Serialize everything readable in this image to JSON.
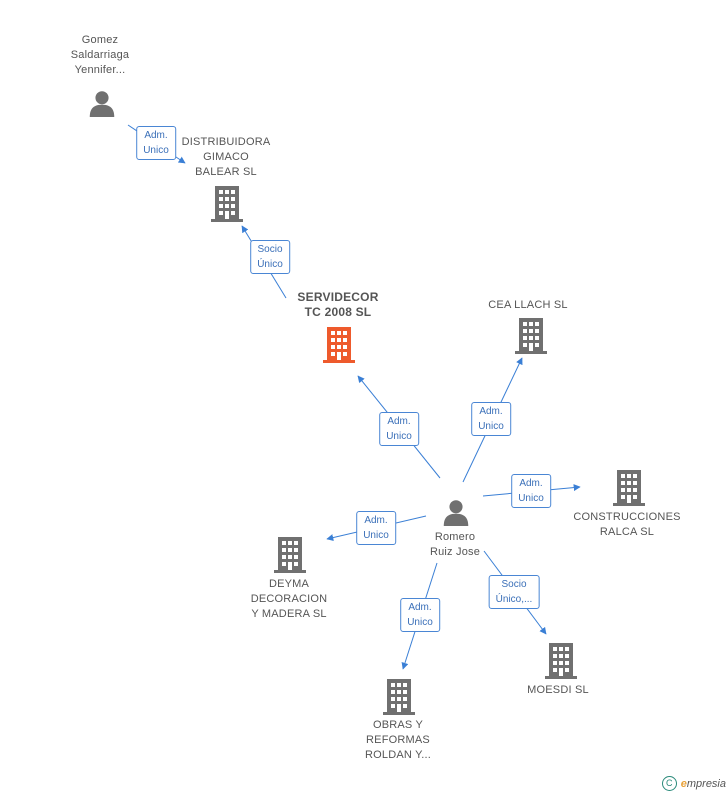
{
  "colors": {
    "edge": "#3a7fd5",
    "company": "#707070",
    "focus_company": "#ee5a2c",
    "person": "#707070"
  },
  "nodes": [
    {
      "id": "gomez",
      "type": "person",
      "icon": "person-icon",
      "label": [
        "Gomez",
        "Saldarriaga",
        "Yennifer..."
      ]
    },
    {
      "id": "distribuidora",
      "type": "company",
      "icon": "building-icon",
      "label": [
        "DISTRIBUIDORA",
        "GIMACO",
        "BALEAR SL"
      ]
    },
    {
      "id": "servidecor",
      "type": "company",
      "focus": true,
      "icon": "building-icon",
      "label": [
        "SERVIDECOR",
        "TC 2008 SL"
      ]
    },
    {
      "id": "cea",
      "type": "company",
      "icon": "building-icon",
      "label": [
        "CEA LLACH SL"
      ]
    },
    {
      "id": "romero",
      "type": "person",
      "icon": "person-icon",
      "label": [
        "Romero",
        "Ruiz Jose"
      ]
    },
    {
      "id": "construcciones",
      "type": "company",
      "icon": "building-icon",
      "label": [
        "CONSTRUCCIONES",
        "RALCA SL"
      ]
    },
    {
      "id": "deyma",
      "type": "company",
      "icon": "building-icon",
      "label": [
        "DEYMA",
        "DECORACION",
        "Y MADERA SL"
      ]
    },
    {
      "id": "obras",
      "type": "company",
      "icon": "building-icon",
      "label": [
        "OBRAS Y",
        "REFORMAS",
        "ROLDAN Y..."
      ]
    },
    {
      "id": "moesdi",
      "type": "company",
      "icon": "building-icon",
      "label": [
        "MOESDI SL"
      ]
    }
  ],
  "edges": [
    {
      "from": "gomez",
      "to": "distribuidora",
      "label": [
        "Adm.",
        "Unico"
      ]
    },
    {
      "from": "servidecor",
      "to": "distribuidora",
      "label": [
        "Socio",
        "Único"
      ]
    },
    {
      "from": "romero",
      "to": "servidecor",
      "label": [
        "Adm.",
        "Unico"
      ]
    },
    {
      "from": "romero",
      "to": "cea",
      "label": [
        "Adm.",
        "Unico"
      ]
    },
    {
      "from": "romero",
      "to": "construcciones",
      "label": [
        "Adm.",
        "Unico"
      ]
    },
    {
      "from": "romero",
      "to": "deyma",
      "label": [
        "Adm.",
        "Unico"
      ]
    },
    {
      "from": "romero",
      "to": "obras",
      "label": [
        "Adm.",
        "Unico"
      ]
    },
    {
      "from": "romero",
      "to": "moesdi",
      "label": [
        "Socio",
        "Único,..."
      ]
    }
  ],
  "footer": {
    "copyright_symbol": "C",
    "brand_initial": "e",
    "brand_rest": "mpresia"
  }
}
